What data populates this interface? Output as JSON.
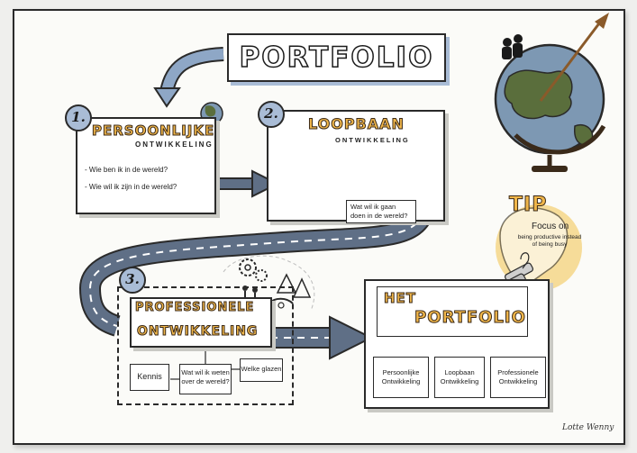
{
  "title": "PORTFOLIO",
  "sections": [
    {
      "num": "1.",
      "title": "PERSOONLIJKE",
      "subtitle": "ONTWIKKELING",
      "bullets": [
        "- Wie ben ik in de wereld?",
        "- Wie wil ik zijn in de wereld?"
      ]
    },
    {
      "num": "2.",
      "title": "LOOPBAAN",
      "subtitle": "ONTWIKKELING",
      "step_note": "Wat wil ik gaan doen in de wereld?"
    },
    {
      "num": "3.",
      "title": "PROFESSIONELE",
      "subtitle": "ONTWIKKELING",
      "knowledge": "Kennis",
      "question": "Wat wil ik weten over de wereld?",
      "glasses": "Welke glazen"
    }
  ],
  "result": {
    "title_line1": "HET",
    "title_line2": "PORTFOLIO",
    "boxes": [
      "Persoonlijke Ontwikkeling",
      "Loopbaan Ontwikkeling",
      "Professionele Ontwikkeling"
    ]
  },
  "tip": {
    "label": "TIP",
    "line1": "Focus on",
    "line2": "being productive instead of being busy"
  },
  "signature": "Lotte Wenny",
  "colors": {
    "blue": "#a9bcd6",
    "road": "#5f6f86",
    "orange": "#f0b64a",
    "green": "#5a6e3c",
    "globe_blue": "#7d98b3"
  }
}
